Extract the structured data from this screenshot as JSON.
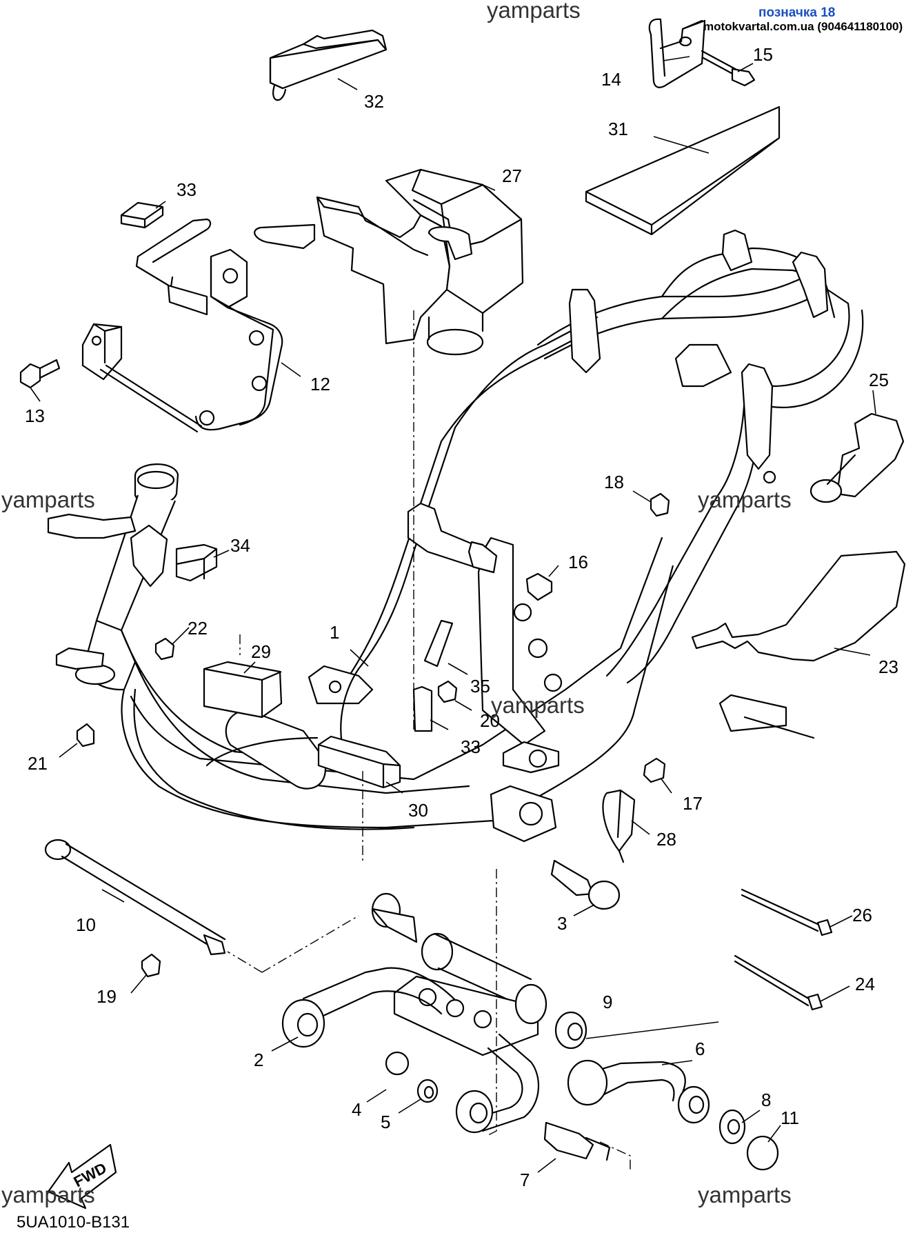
{
  "header": {
    "page_tag": "позначка 18",
    "contact": "motokvartal.com.ua (904641180100)"
  },
  "watermarks": [
    "yamparts",
    "yamparts",
    "yamparts",
    "yamparts",
    "yamparts",
    "yamparts"
  ],
  "diagram_code": "5UA1010-B131",
  "fwd_label": "FWD",
  "callouts": [
    "1",
    "2",
    "3",
    "4",
    "5",
    "6",
    "7",
    "8",
    "9",
    "10",
    "11",
    "12",
    "13",
    "14",
    "15",
    "16",
    "17",
    "18",
    "19",
    "20",
    "21",
    "22",
    "23",
    "24",
    "25",
    "26",
    "27",
    "28",
    "29",
    "30",
    "31",
    "32",
    "33",
    "33",
    "34",
    "35"
  ]
}
